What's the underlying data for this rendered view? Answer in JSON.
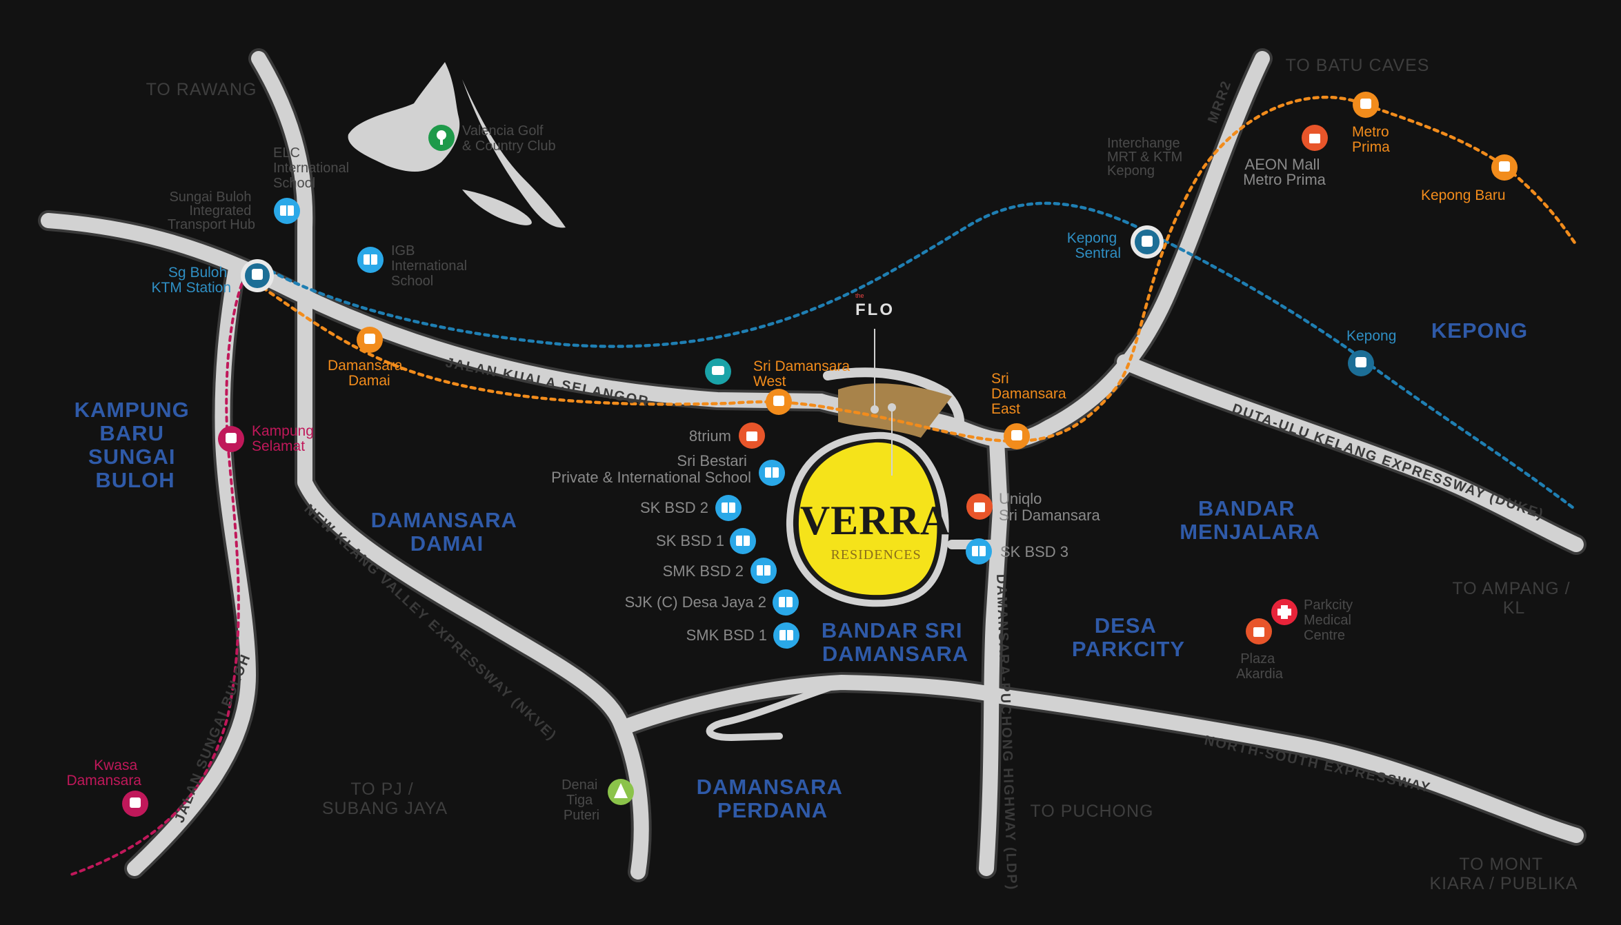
{
  "colors": {
    "background": "#121212",
    "road": "#d2d2d2",
    "region_label": "#2f5aa8",
    "lrt_mrt_line": "#f28c1c",
    "ktm_line": "#1f7fb3",
    "ets_line": "#c0185a",
    "school": "#2aa8e8",
    "mall": "#e8552a",
    "project_highlight": "#f5e31a",
    "development_site": "#a8834a"
  },
  "project": {
    "name": "VERRA",
    "subtitle": "RESIDENCES",
    "nearby_logo": "FLO",
    "nearby_logo_prefix": "the"
  },
  "regions": [
    {
      "id": "kampung-baru",
      "lines": [
        "KAMPUNG",
        "BARU",
        "SUNGAI",
        "BULOH"
      ]
    },
    {
      "id": "damansara-damai",
      "lines": [
        "DAMANSARA",
        "DAMAI"
      ]
    },
    {
      "id": "bandar-sri-damansara",
      "lines": [
        "BANDAR SRI",
        "DAMANSARA"
      ]
    },
    {
      "id": "desa-parkcity",
      "lines": [
        "DESA",
        "PARKCITY"
      ]
    },
    {
      "id": "bandar-menjalara",
      "lines": [
        "BANDAR",
        "MENJALARA"
      ]
    },
    {
      "id": "kepong",
      "lines": [
        "KEPONG"
      ]
    },
    {
      "id": "damansara-perdana",
      "lines": [
        "DAMANSARA",
        "PERDANA"
      ]
    }
  ],
  "directions": [
    {
      "id": "to-rawang",
      "lines": [
        "TO RAWANG"
      ]
    },
    {
      "id": "to-batu-caves",
      "lines": [
        "TO BATU CAVES"
      ]
    },
    {
      "id": "to-ampang",
      "lines": [
        "TO AMPANG /",
        "KL"
      ]
    },
    {
      "id": "to-pj",
      "lines": [
        "TO PJ /",
        "SUBANG JAYA"
      ]
    },
    {
      "id": "to-puchong",
      "lines": [
        "TO PUCHONG"
      ]
    },
    {
      "id": "to-mont-kiara",
      "lines": [
        "TO MONT",
        "KIARA / PUBLIKA"
      ]
    }
  ],
  "roads": {
    "jalan_kuala_selangor": "JALAN KUALA SELANGOR",
    "nkve": "NEW KLANG VALLEY EXPRESSWAY (NKVE)",
    "jalan_sungai_buloh": "JALAN SUNGAI BULOH",
    "ldp": "DAMANSARA-PUCHONG HIGHWAY (LDP)",
    "duke": "DUTA-ULU KELANG EXPRESSWAY (DUKE)",
    "plus": "NORTH-SOUTH EXPRESSWAY",
    "mrr2": "MRR2"
  },
  "stations": {
    "sg_buloh": [
      "Sg Buloh",
      "KTM Station"
    ],
    "kampung_selamat": [
      "Kampung",
      "Selamat"
    ],
    "kwasa_damansara": [
      "Kwasa",
      "Damansara"
    ],
    "damansara_damai": [
      "Damansara",
      "Damai"
    ],
    "sri_damansara_west": [
      "Sri Damansara",
      "West"
    ],
    "sri_damansara_east": [
      "Sri",
      "Damansara",
      "East"
    ],
    "kepong_sentral": [
      "Kepong",
      "Sentral"
    ],
    "kepong": [
      "Kepong"
    ],
    "metro_prima": [
      "Metro",
      "Prima"
    ],
    "kepong_baru": [
      "Kepong Baru"
    ]
  },
  "pois": {
    "valencia": [
      "Valencia Golf",
      "& Country Club"
    ],
    "elc": [
      "ELC",
      "International",
      "School"
    ],
    "igb": [
      "IGB",
      "International",
      "School"
    ],
    "sungai_buloh_hospital": [
      "Sungai Buloh",
      "Integrated",
      "Transport Hub"
    ],
    "kepong_interchange": [
      "Interchange",
      "MRT & KTM",
      "Kepong"
    ],
    "aeon": [
      "AEON Mall",
      "Metro Prima"
    ],
    "eightrium": [
      "8trium"
    ],
    "sri_bestari": [
      "Sri Bestari",
      "Private & International School"
    ],
    "sk_bsd2": [
      "SK BSD 2"
    ],
    "sk_bsd1": [
      "SK BSD 1"
    ],
    "smk_bsd2": [
      "SMK BSD 2"
    ],
    "sjkc": [
      "SJK (C) Desa Jaya 2"
    ],
    "smk_bsd1": [
      "SMK BSD 1"
    ],
    "uniqlo": [
      "Uniqlo",
      "Sri Damansara"
    ],
    "sk_bsd3": [
      "SK BSD 3"
    ],
    "parkcity_medical": [
      "Parkcity",
      "Medical",
      "Centre"
    ],
    "plaza_arkadia": [
      "Plaza",
      "Akardia"
    ],
    "denai_tiga_puteri": [
      "Denai",
      "Tiga",
      "Puteri"
    ]
  }
}
